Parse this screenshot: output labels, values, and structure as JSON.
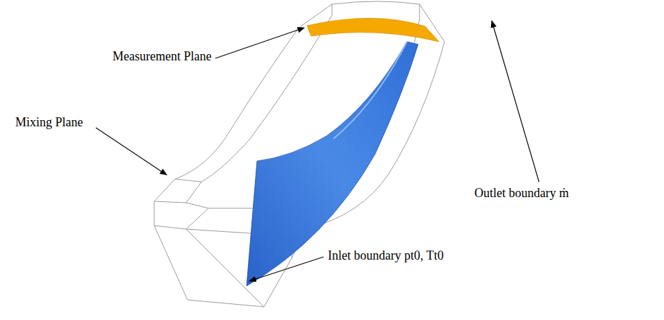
{
  "diagram": {
    "labels": [
      "Measurement Plane",
      "Outlet boundary ṁ",
      "Mixing Plane",
      "Inlet boundary pt0, Tt0"
    ]
  }
}
